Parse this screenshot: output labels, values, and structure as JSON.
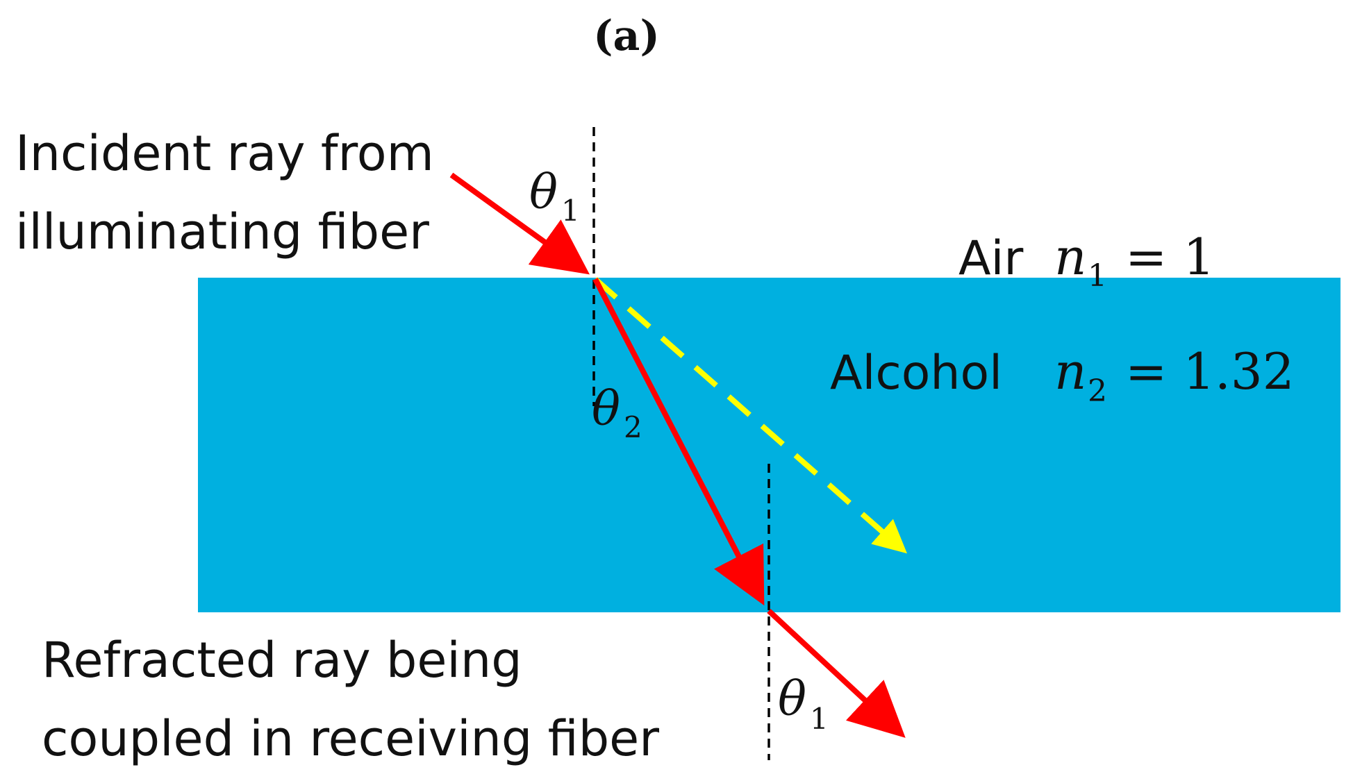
{
  "panel_label": "(a)",
  "labels": {
    "incident_line1": "Incident ray from",
    "incident_line2": "illuminating fiber",
    "refracted_line1": "Refracted ray being",
    "refracted_line2": "coupled in receiving fiber",
    "air_text": "Air",
    "air_symbol": "n",
    "air_subscript": "1",
    "air_value": "= 1",
    "alcohol_text": "Alcohol",
    "alcohol_symbol": "n",
    "alcohol_subscript": "2",
    "alcohol_value": "= 1.32"
  },
  "angles": {
    "theta_symbol": "θ",
    "theta1_top_sub": "1",
    "theta2_sub": "2",
    "theta1_bottom_sub": "1"
  },
  "colors": {
    "medium": "#00B0E0",
    "ray": "#FF0000",
    "reflected_dashed": "#FFFF00",
    "normal_line": "#000000",
    "text": "#111111"
  },
  "refractive_index": {
    "air": 1,
    "alcohol": 1.32
  }
}
